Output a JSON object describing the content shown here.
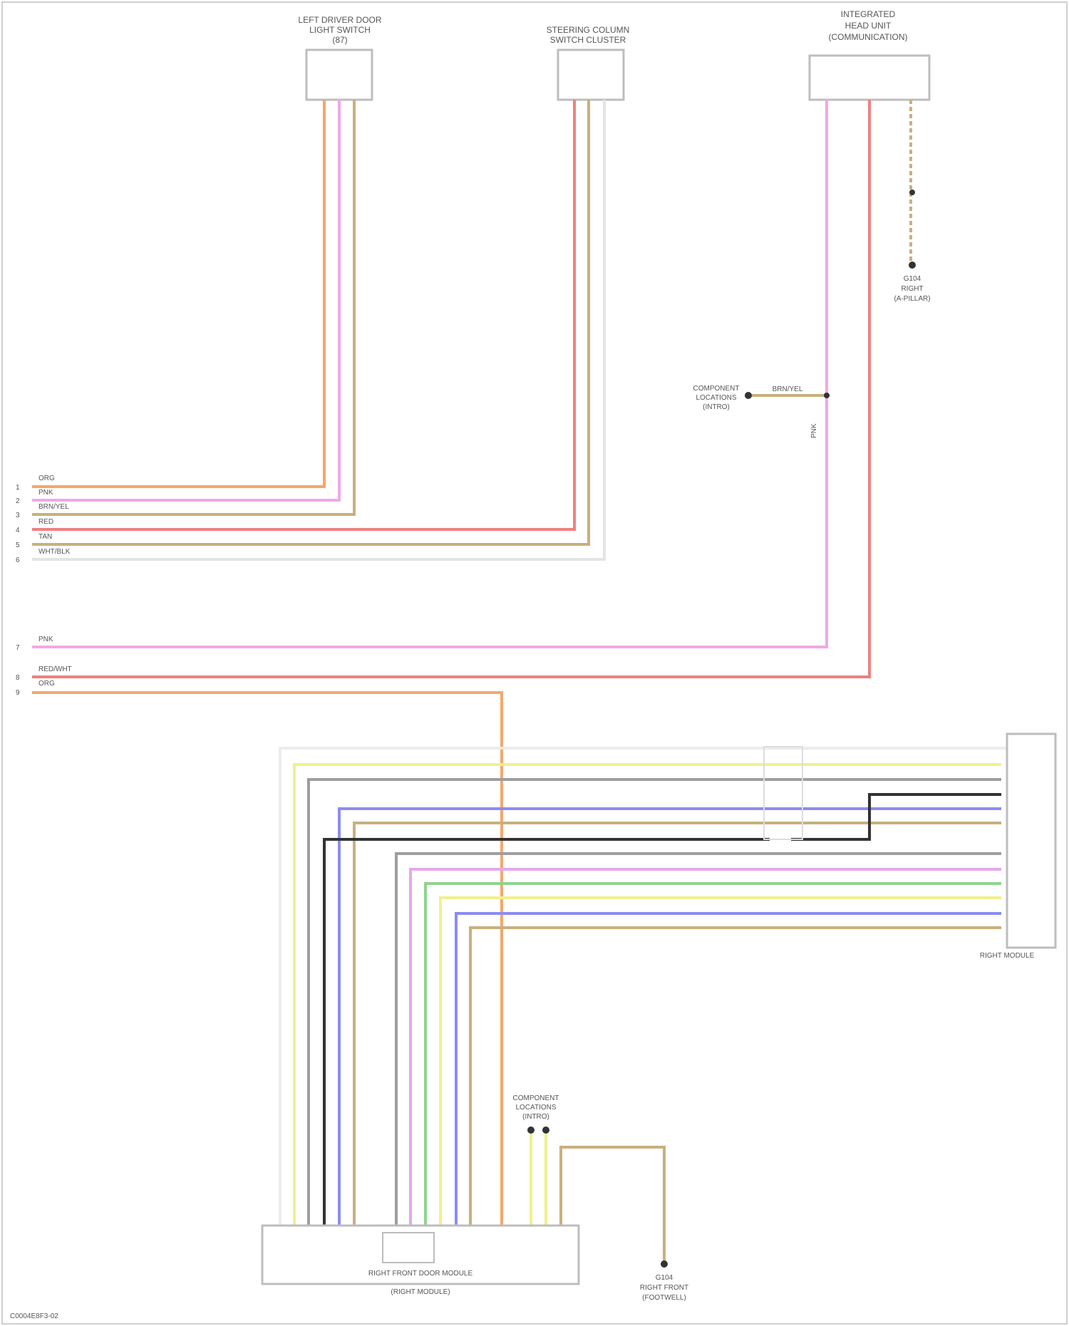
{
  "components": {
    "top_left": {
      "lines": [
        "LEFT DRIVER DOOR",
        "LIGHT SWITCH",
        "(87)"
      ]
    },
    "top_mid": {
      "lines": [
        "STEERING COLUMN",
        "SWITCH CLUSTER"
      ]
    },
    "top_right": {
      "lines": [
        "INTEGRATED",
        "HEAD UNIT",
        "(COMMUNICATION)"
      ]
    },
    "ground_upper": {
      "lines": [
        "G104",
        "RIGHT",
        "(A-PILLAR)"
      ]
    },
    "splice_mid": {
      "lines": [
        "COMPONENT",
        "LOCATIONS",
        "(INTRO)"
      ]
    },
    "right_module": {
      "label": "RIGHT MODULE"
    },
    "bottom_module": {
      "line1": "RIGHT FRONT DOOR MODULE",
      "line2": "(RIGHT MODULE)"
    },
    "splice_bottom": {
      "lines": [
        "COMPONENT",
        "LOCATIONS",
        "(INTRO)"
      ]
    },
    "ground_bottom": {
      "lines": [
        "G104",
        "RIGHT FRONT",
        "(FOOTWELL)"
      ]
    }
  },
  "left_connectors": {
    "group1": [
      {
        "pin": "1",
        "label": "ORG"
      },
      {
        "pin": "2",
        "label": "PNK"
      },
      {
        "pin": "3",
        "label": "BRN/YEL"
      },
      {
        "pin": "4",
        "label": "RED"
      },
      {
        "pin": "5",
        "label": "TAN"
      },
      {
        "pin": "6",
        "label": "WHT/BLK"
      }
    ],
    "group2": [
      {
        "pin": "7",
        "label": "PNK"
      },
      {
        "pin": "8",
        "label": "RED/WHT"
      },
      {
        "pin": "9",
        "label": "ORG"
      }
    ]
  },
  "mid_labels": {
    "splice_wire": "BRN/YEL",
    "vertical": "PNK"
  },
  "footer": {
    "code": "C0004E8F3-02"
  },
  "colors": {
    "orange": "#f4a76a",
    "pink": "#f0a8e8",
    "tan": "#c8b07e",
    "red": "#ef8080",
    "yellow": "#f2f08e",
    "gray": "#9e9e9e",
    "blue": "#8c8cf2",
    "black": "#333333",
    "green": "#8fd48f",
    "white": "#e4e4e4",
    "box": "#bdbdbd",
    "violet": "#e6a8ea"
  }
}
